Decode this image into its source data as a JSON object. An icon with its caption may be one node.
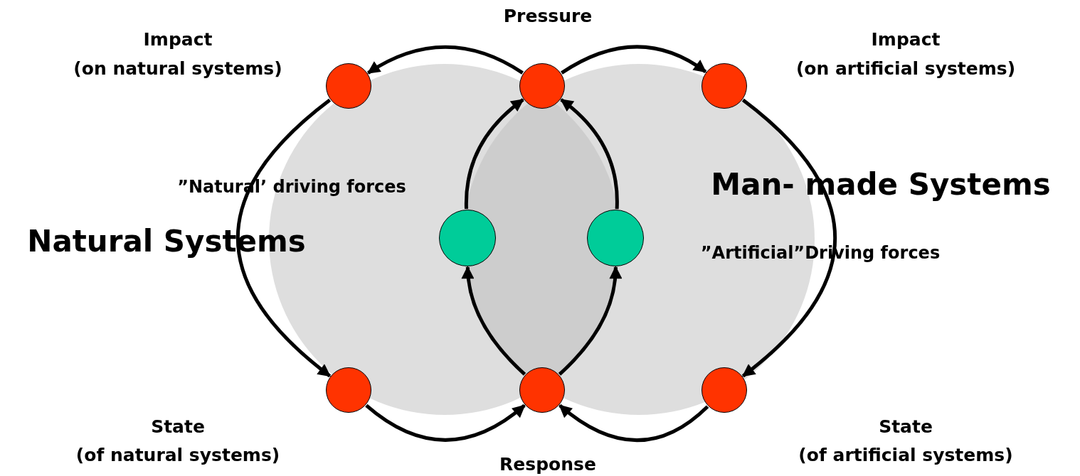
{
  "diagram": {
    "nodes": [
      {
        "text": [],
        "shape": "circle"
      },
      {
        "text": [],
        "shape": "circle"
      },
      {
        "text": [],
        "shape": "circle"
      },
      {
        "text": [],
        "shape": "circle"
      },
      {
        "text": [],
        "shape": "circle"
      },
      {
        "text": [],
        "shape": "circle"
      },
      {
        "text": [],
        "shape": "circle"
      },
      {
        "text": [],
        "shape": "circle"
      }
    ],
    "edges": [
      {
        "from": 1,
        "to": 0,
        "arrow": "to"
      },
      {
        "from": 1,
        "to": 2,
        "arrow": "to"
      },
      {
        "from": 0,
        "to": 5,
        "arrow": "to"
      },
      {
        "from": 2,
        "to": 7,
        "arrow": "to"
      },
      {
        "from": 5,
        "to": 6,
        "arrow": "to"
      },
      {
        "from": 7,
        "to": 6,
        "arrow": "to"
      },
      {
        "from": 3,
        "to": 1,
        "arrow": "to"
      },
      {
        "from": 4,
        "to": 1,
        "arrow": "to"
      },
      {
        "from": 6,
        "to": 3,
        "arrow": "to"
      },
      {
        "from": 6,
        "to": 4,
        "arrow": "to"
      }
    ],
    "labels": [
      "Pressure",
      "Impact",
      "(on natural systems)",
      "Impact",
      "(on artificial systems)",
      "Man- made Systems",
      "”Natural’ driving forces",
      "Natural Systems",
      "”Artificial”Driving forces",
      "State",
      "(of natural systems)",
      "State",
      "(of artificial systems)",
      "Response"
    ]
  }
}
